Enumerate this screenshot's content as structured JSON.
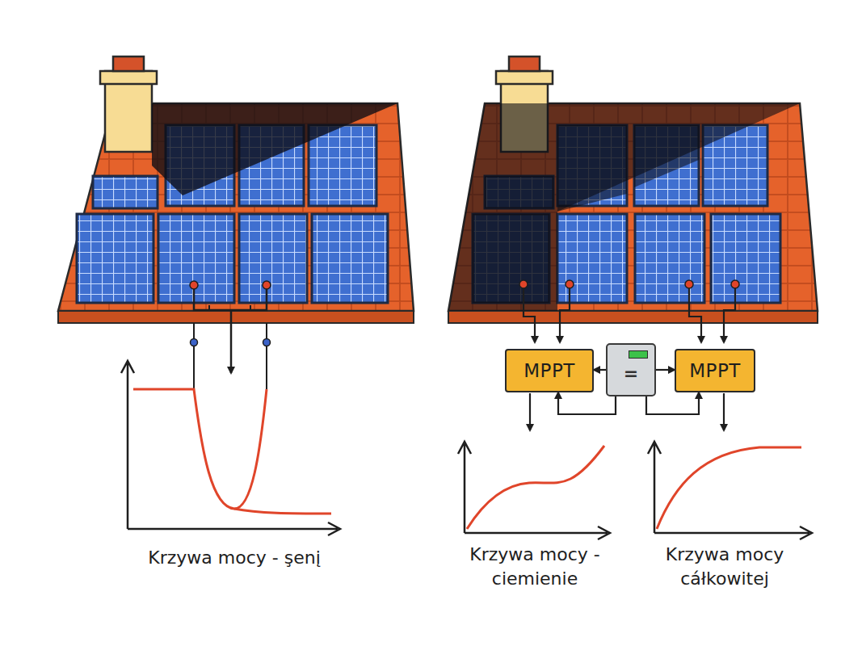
{
  "diagram": {
    "nodes": [
      {
        "text": [
          "MPPT"
        ]
      },
      {
        "text": [
          "="
        ]
      },
      {
        "text": [
          "MPPT"
        ]
      }
    ],
    "edges": [
      {
        "from": 1,
        "to": 0,
        "arrow": "to"
      },
      {
        "from": 1,
        "to": 2,
        "arrow": "to"
      },
      {
        "from": 1,
        "to": 0,
        "arrow": "to"
      },
      {
        "from": 1,
        "to": 2,
        "arrow": "to"
      }
    ],
    "labels": [
      "Krzywa mocy - şenį",
      "Krzywa mocy - ciemienie",
      "Krzywa mocy cáłkowitej"
    ]
  }
}
